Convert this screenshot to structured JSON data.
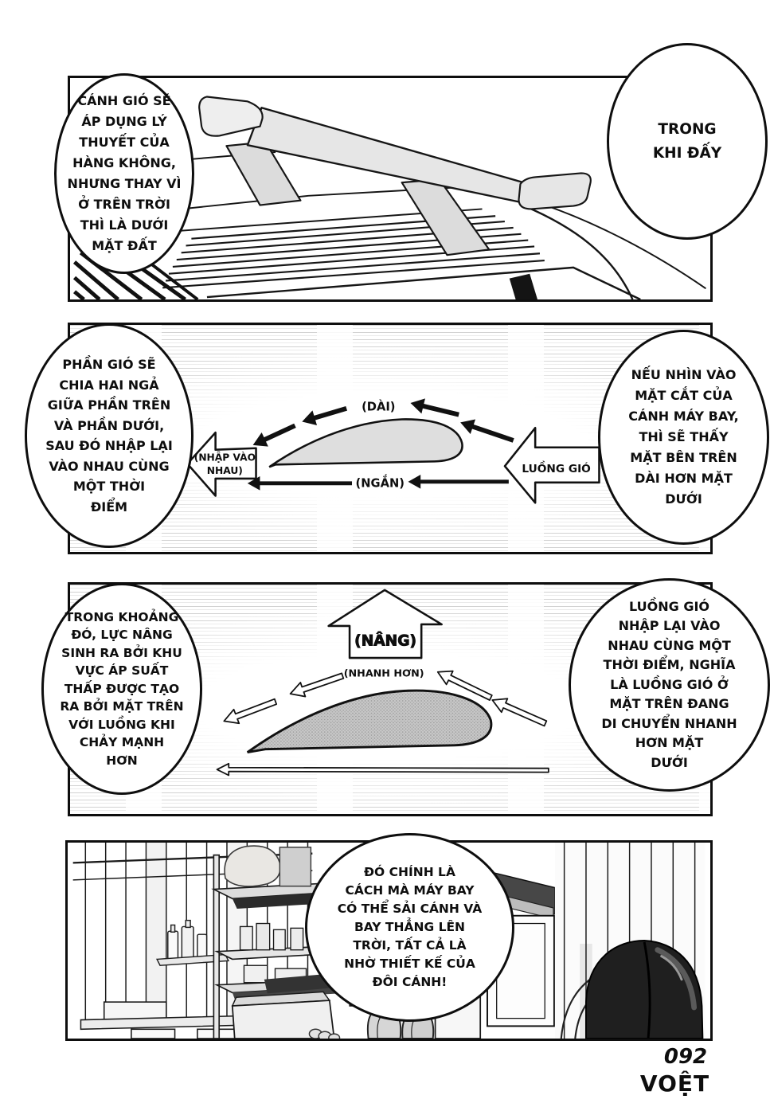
{
  "page": {
    "number": "092",
    "signature": "VOỆT"
  },
  "colors": {
    "ink": "#0e0e0e",
    "wing_gray": "#e6e6e6",
    "airfoil_light": "#dedede",
    "airfoil_shaded": "#c9c9c9",
    "tire_black": "#1f1f1f"
  },
  "panels": {
    "p1": {
      "bubble_left_lines": [
        "CÁNH GIÓ SẼ",
        "ÁP DỤNG LÝ",
        "THUYẾT CỦA",
        "HÀNG KHÔNG,",
        "NHƯNG THAY VÌ",
        "Ở TRÊN TRỜI",
        "THÌ LÀ DƯỚI",
        "MẶT ĐẤT"
      ],
      "bubble_right_lines": [
        "TRONG",
        "KHI ĐẤY"
      ]
    },
    "p2": {
      "bubble_left_lines": [
        "PHẦN GIÓ SẼ",
        "CHIA HAI NGẢ",
        "GIỮA PHẦN TRÊN",
        "VÀ PHẦN DƯỚI,",
        "SAU ĐÓ NHẬP LẠI",
        "VÀO NHAU CÙNG",
        "MỘT THỜI",
        "ĐIỂM"
      ],
      "bubble_right_lines": [
        "NẾU NHÌN VÀO",
        "MẶT CẮT CỦA",
        "CÁNH MÁY BAY,",
        "THÌ SẼ THẤY",
        "MẶT BÊN TRÊN",
        "DÀI HƠN MẶT",
        "DƯỚI"
      ],
      "labels": {
        "top": "(DÀI)",
        "bottom": "(NGẮN)",
        "merge_line1": "(NHẬP VÀO",
        "merge_line2": "NHAU)",
        "wind": "LUỒNG GIÓ"
      }
    },
    "p3": {
      "bubble_left_lines": [
        "TRONG KHOẢNG",
        "ĐÓ, LỰC NÂNG",
        "SINH RA BỞI KHU",
        "VỰC ÁP SUẤT",
        "THẤP ĐƯỢC TẠO",
        "RA BỞI MẶT TRÊN",
        "VỚI LUỒNG KHI",
        "CHẢY MẠNH",
        "HƠN"
      ],
      "bubble_right_lines": [
        "LUỒNG GIÓ",
        "NHẬP LẠI VÀO",
        "NHAU CÙNG MỘT",
        "THỜI ĐIỂM, NGHĨA",
        "LÀ LUỒNG GIÓ Ở",
        "MẶT TRÊN ĐANG",
        "DI CHUYỂN NHANH",
        "HƠN MẶT",
        "DƯỚI"
      ],
      "labels": {
        "lift": "(NÂNG)",
        "faster": "(NHANH HƠN)"
      }
    },
    "p4": {
      "bubble_lines": [
        "ĐÓ CHÍNH LÀ",
        "CÁCH MÀ MÁY BAY",
        "CÓ THỂ SẢI CÁNH VÀ",
        "BAY THẲNG LÊN",
        "TRỜI, TẤT CẢ LÀ",
        "NHỜ THIẾT KẾ CỦA",
        "ĐÔI CÁNH!"
      ]
    }
  }
}
